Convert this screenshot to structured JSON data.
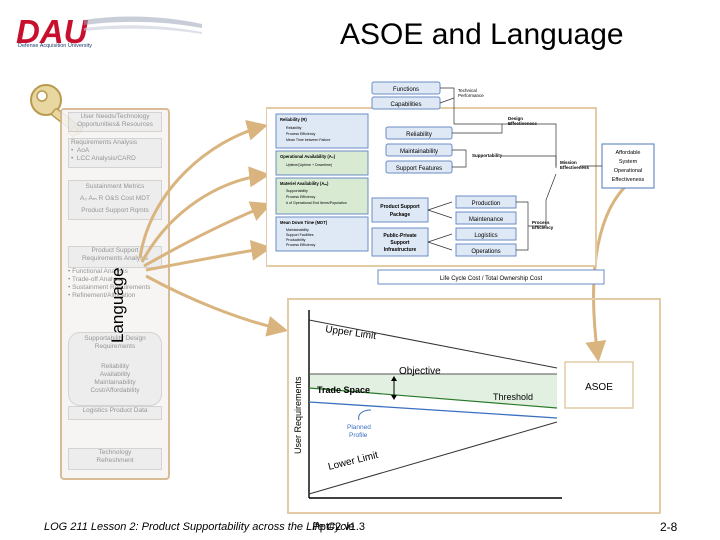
{
  "header": {
    "logo_text": "DAU",
    "logo_subtitle": "Defense Acquisition University",
    "title": "ASOE and Language"
  },
  "left_panel": {
    "box1": [
      "User Needs/Technology",
      "Opportunities& Resources"
    ],
    "box2_title": "Requirements Analysis",
    "box2_items": [
      "AoA",
      "LCC Analysis/CARD"
    ],
    "box3_title": "Sustainment Metrics",
    "box3_line1": "A₀  Aₘ  R  O&S Cost  MDT",
    "box3_line2": "Product Support Rqmts",
    "box4": [
      "Product Support",
      "Requirements Analysis"
    ],
    "box4_items": [
      "Functional Analysis",
      "Trade-off Analysis",
      "Sustainment Requirements",
      "Refinement/Allocation"
    ],
    "box5": [
      "Supportability Design",
      "Requirements"
    ],
    "box6": [
      "Reliability",
      "Availability",
      "Maintainability",
      "Cost/Affordability"
    ],
    "box7": "Logistics Product Data",
    "box8": [
      "Technology",
      "Refreshment"
    ]
  },
  "side_label": "Language",
  "top_diagram": {
    "functions": "Functions",
    "capabilities": "Capabilities",
    "technical_performance": [
      "Technical",
      "Performance"
    ],
    "design_effectiveness": [
      "Design",
      "Effectiveness"
    ],
    "reliability": "Reliability",
    "maintainability": "Maintainability",
    "support_features": "Support Features",
    "supportability": "Supportability",
    "mission_effectiveness": [
      "Mission",
      "Effectiveness"
    ],
    "ao_box": [
      "Affordable",
      "System",
      "Operational",
      "Effectiveness"
    ],
    "product_support_package": [
      "Product Support",
      "Package"
    ],
    "production": "Production",
    "maintenance": "Maintenance",
    "logistics": "Logistics",
    "operations": "Operations",
    "public_private": [
      "Public-Private",
      "Support",
      "Infrastructure"
    ],
    "process_efficiency": [
      "Process",
      "Efficiency"
    ],
    "lcc": "Life Cycle Cost / Total Ownership Cost",
    "metric_boxes": [
      {
        "title": "Reliability (R)",
        "items": [
          "Reliability",
          "Process Efficiency",
          "Mean Time between Failure"
        ]
      },
      {
        "title": "Operational Availability (A₀)",
        "items": [
          "Uptime/(Uptime + Downtime)"
        ]
      },
      {
        "title": "Materiel Availability (Aₘ)",
        "items": [
          "Supportability",
          "Process Efficiency",
          "# of Operational End Items/Population"
        ]
      },
      {
        "title": "Mean Down Time (MDT)",
        "items": [
          "Maintainability",
          "Support Facilities",
          "Producibility",
          "Process Efficiency"
        ]
      }
    ]
  },
  "graph": {
    "upper_limit": "Upper Limit",
    "objective": "Objective",
    "trade_space": "Trade Space",
    "threshold": "Threshold",
    "planned_profile": [
      "Planned",
      "Profile"
    ],
    "lower_limit": "Lower Limit",
    "y_axis_label": "User Requirements",
    "asoe": "ASOE"
  },
  "footer": {
    "course": "LOG 211 Lesson 2: Product Supportability across the Life Cycle",
    "version": "Ppt#2 v1.3",
    "page": "2-8"
  },
  "colors": {
    "logo_red": "#c8102e",
    "arrow_tan": "#d9b47f",
    "box_blue": "#dfe8f5",
    "box_border": "#6b8cc4",
    "green_box": "#d9ead3",
    "trade_space_fill": "#e2f0e2"
  }
}
